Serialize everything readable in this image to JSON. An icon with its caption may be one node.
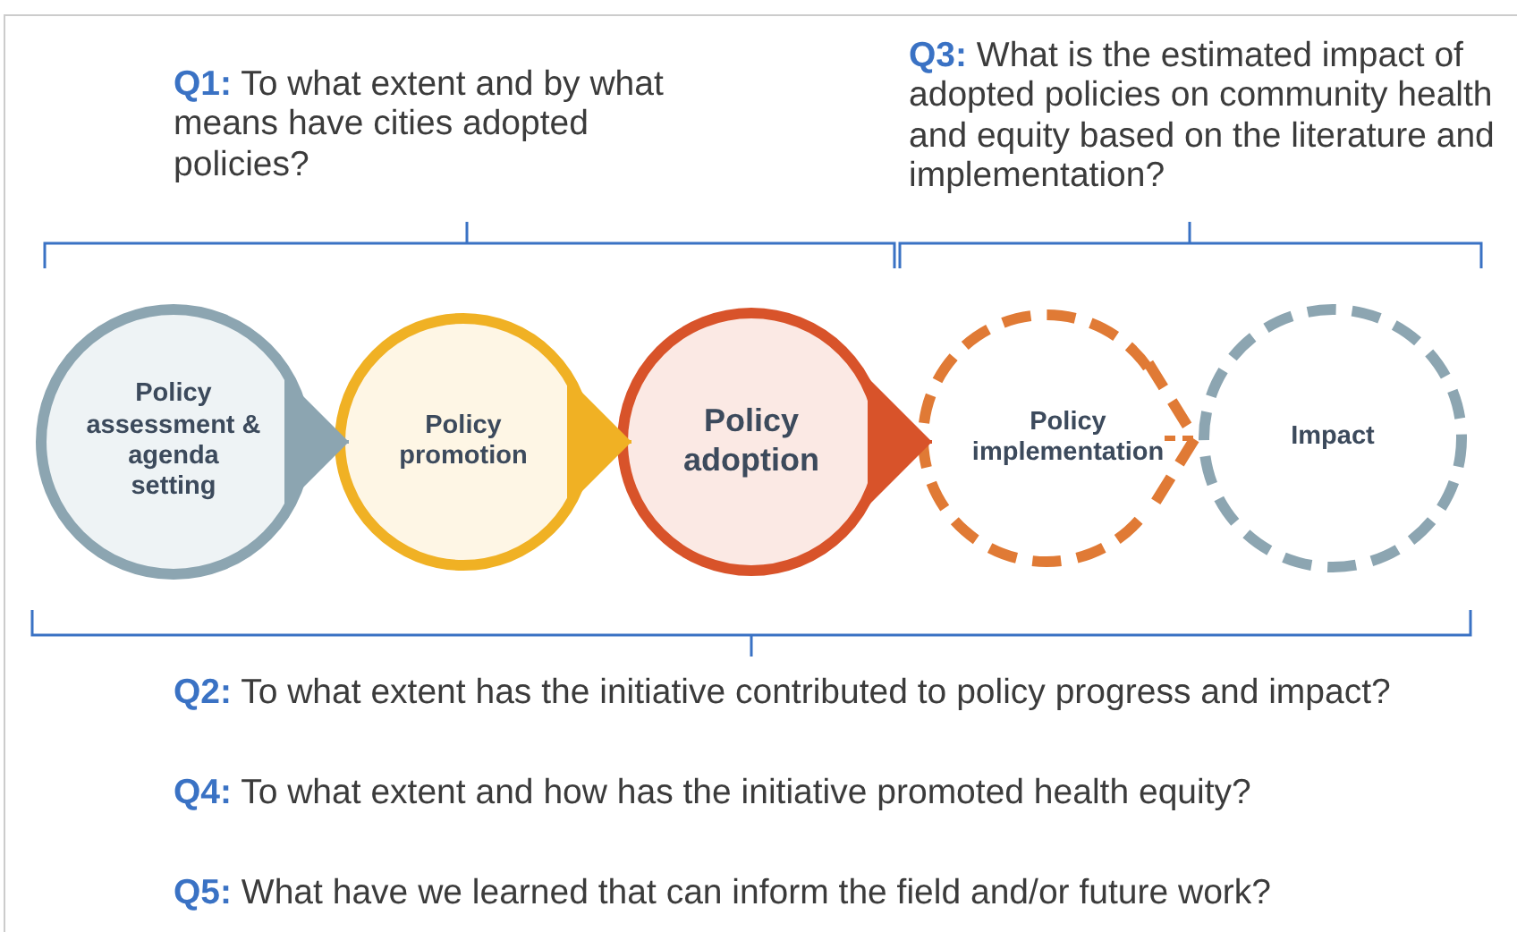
{
  "diagram": {
    "nodes": [
      {
        "text": [
          "Policy assessment & agenda setting"
        ]
      },
      {
        "text": [
          "Policy promotion"
        ]
      },
      {
        "text": [
          "Policy adoption"
        ]
      },
      {
        "text": [
          "Policy implementation"
        ]
      },
      {
        "text": [
          "Impact"
        ]
      }
    ],
    "edges": [
      {
        "from": 0,
        "to": 1,
        "arrow": "to",
        "color": "#8ca5b1"
      },
      {
        "from": 1,
        "to": 2,
        "arrow": "to",
        "color": "#f0b124"
      },
      {
        "from": 2,
        "to": 3,
        "arrow": "to",
        "color": "#d8532a"
      },
      {
        "from": 3,
        "to": 4,
        "arrow": "to",
        "style": "dashed",
        "color": "#e07a35"
      }
    ],
    "labels": [
      "**Q1:** To what extent and by what means have cities adopted policies?",
      "**Q3:** What is the estimated impact of adopted policies on community health and equity based on the literature and implementation?",
      "**Q2:** To what extent has the initiative contributed to policy progress and impact?",
      "**Q4:** To what extent and how has the initiative promoted health equity?",
      "**Q5:** What have we learned that can inform the field and/or future work?"
    ]
  }
}
